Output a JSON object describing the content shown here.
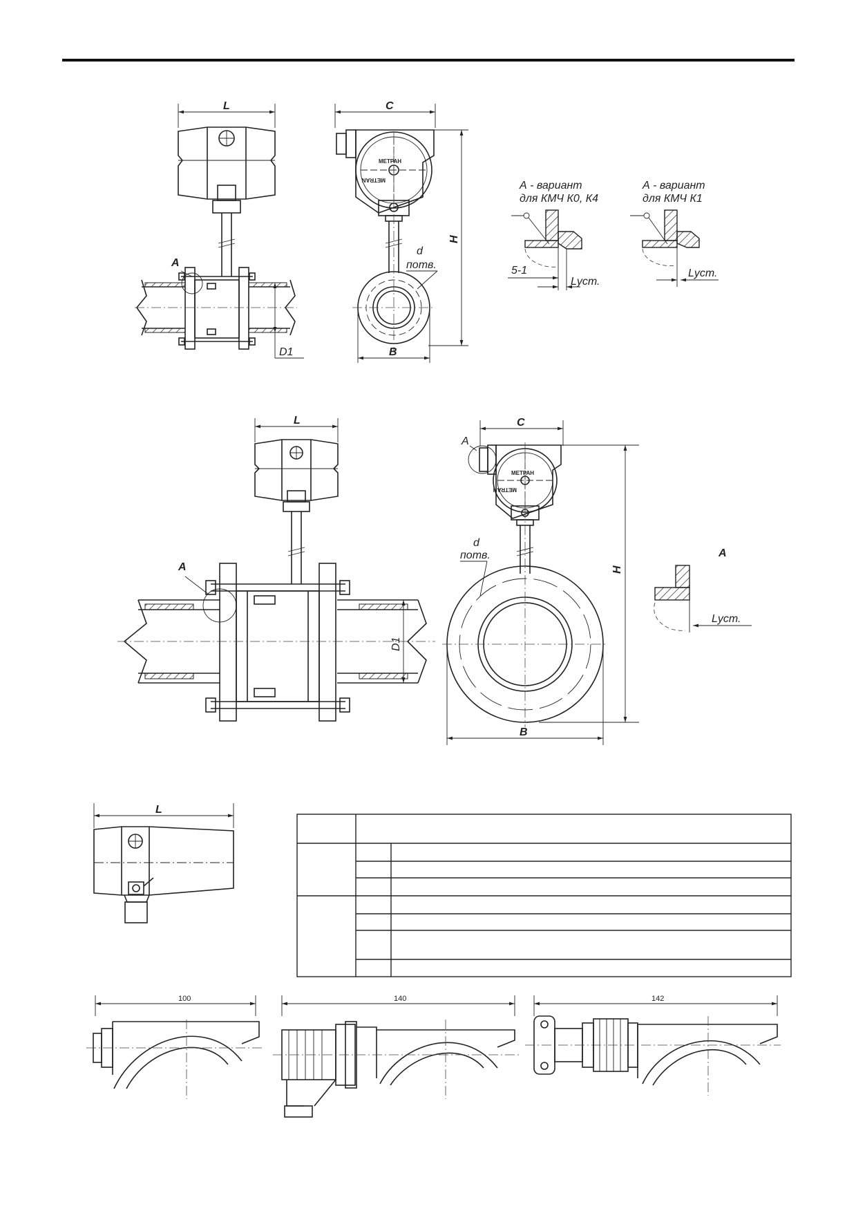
{
  "drawing_1": {
    "dim_L": "L",
    "dim_C": "C",
    "dim_H": "H",
    "dim_B": "B",
    "dim_D1": "D1",
    "detail_A": "A",
    "label_d": "d",
    "label_potv": "потв.",
    "brand_ru": "МЕТРАН",
    "brand_en": "METRAN"
  },
  "details_A_variants": {
    "variant_k0k4_line1": "А - вариант",
    "variant_k0k4_line2": "для КМЧ К0, К4",
    "variant_k1_line1": "А - вариант",
    "variant_k1_line2": "для КМЧ К1",
    "dim_5": "5-1",
    "lyst_1": "Lуст.",
    "lyst_2": "Lуст."
  },
  "drawing_2": {
    "dim_L": "L",
    "dim_C": "C",
    "dim_H": "H",
    "dim_B": "B",
    "dim_D1": "D1",
    "detail_A": "A",
    "detail_A_small": "A",
    "label_d": "d",
    "label_potv": "потв.",
    "brand_ru": "МЕТРАН",
    "brand_en": "METRAN",
    "detail_title": "A",
    "lyst": "Lуст."
  },
  "drawing_3": {
    "dim_L": "L"
  },
  "connector_views": {
    "width_1": "100",
    "width_2": "140",
    "width_3": "142"
  }
}
